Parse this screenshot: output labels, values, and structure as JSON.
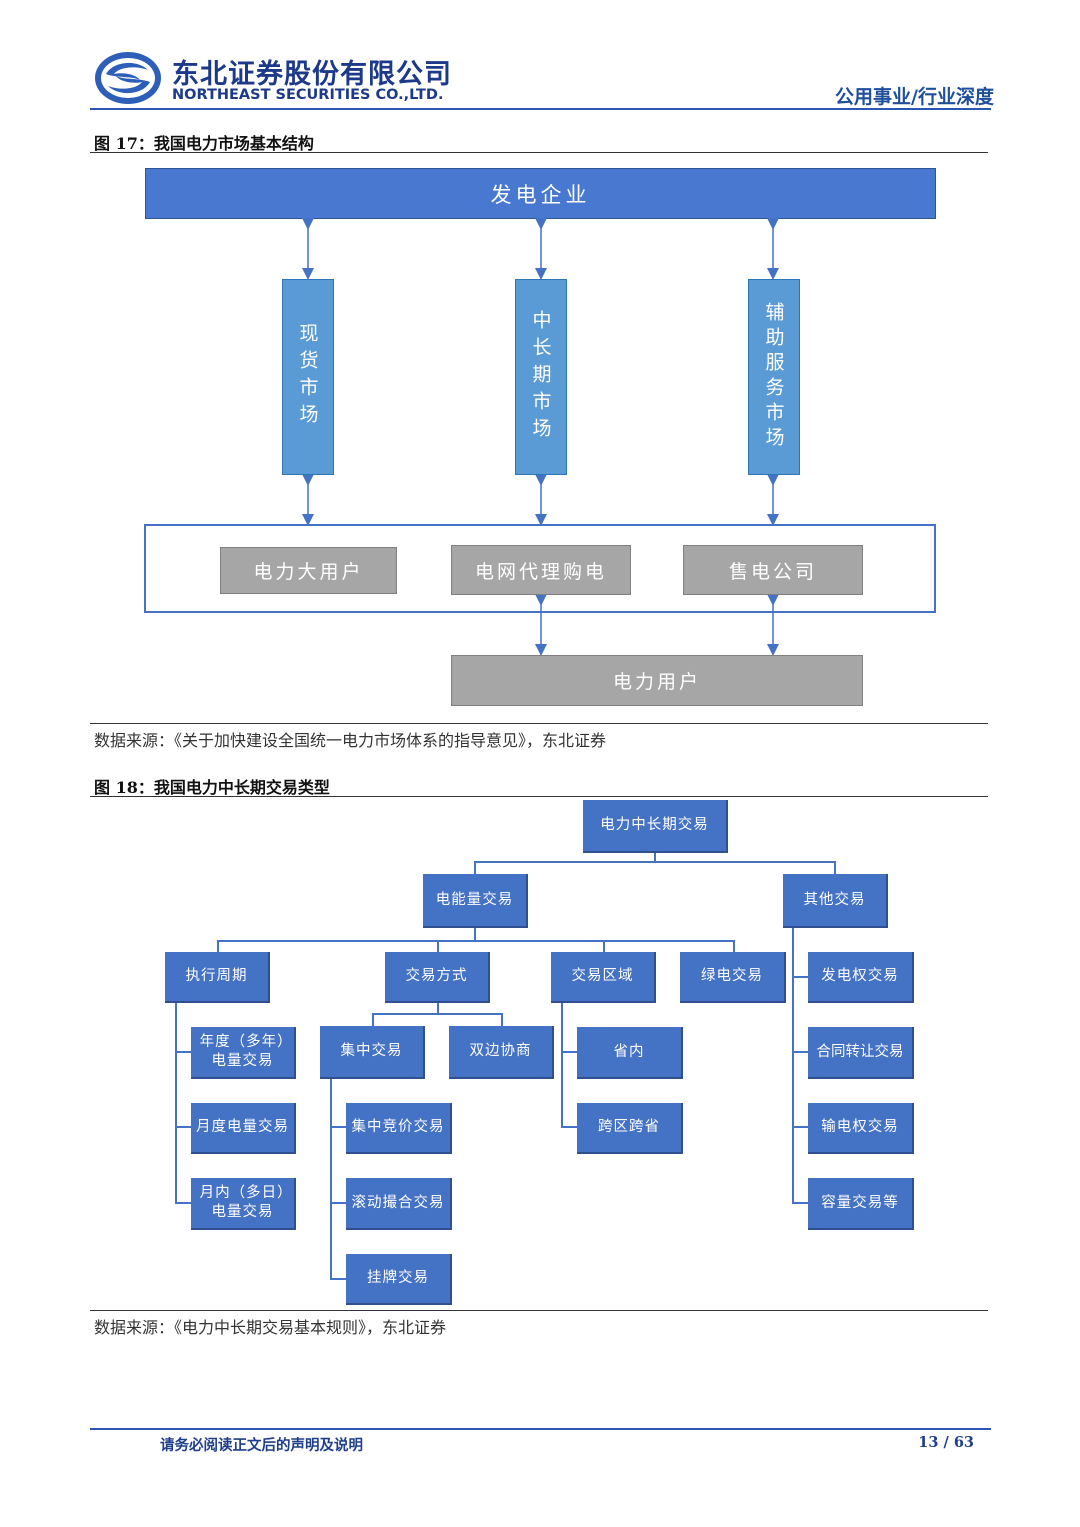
{
  "header": {
    "company_cn": "东北证券股份有限公司",
    "company_en": "NORTHEAST SECURITIES CO.,LTD.",
    "category": "公用事业/行业深度"
  },
  "figure17": {
    "title": "图 17：我国电力市场基本结构",
    "top_box": "发电企业",
    "markets": [
      "现货市场",
      "中长期市场",
      "辅助服务市场"
    ],
    "middle": [
      "电力大用户",
      "电网代理购电",
      "售电公司"
    ],
    "bottom_box": "电力用户",
    "source": "数据来源：《关于加快建设全国统一电力市场体系的指导意见》，东北证券"
  },
  "figure18": {
    "title": "图 18：我国电力中长期交易类型",
    "root": "电力中长期交易",
    "level1": [
      "电能量交易",
      "其他交易"
    ],
    "level2": [
      "执行周期",
      "交易方式",
      "交易区域",
      "绿电交易"
    ],
    "cycle_items": [
      "年度（多年）电量交易",
      "月度电量交易",
      "月内（多日）电量交易"
    ],
    "method_items": [
      "集中交易",
      "双边协商"
    ],
    "centralized_items": [
      "集中竞价交易",
      "滚动撮合交易",
      "挂牌交易"
    ],
    "region_items": [
      "省内",
      "跨区跨省"
    ],
    "other_items": [
      "发电权交易",
      "合同转让交易",
      "输电权交易",
      "容量交易等"
    ],
    "source": "数据来源：《电力中长期交易基本规则》，东北证券"
  },
  "footer": {
    "note": "请务必阅读正文后的声明及说明",
    "page": "13 / 63"
  }
}
